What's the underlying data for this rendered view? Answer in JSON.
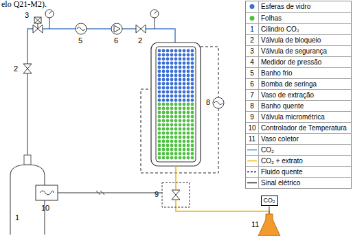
{
  "diagram": {
    "nodes": [
      {
        "text": [
          "CO₂"
        ]
      }
    ],
    "labels": [
      "elo Q21-M2).",
      "3",
      "2",
      "5",
      "6",
      "2",
      "8",
      "1",
      "9",
      "10",
      "11",
      "1",
      "2",
      "3",
      "4",
      "5",
      "6",
      "7",
      "8",
      "9",
      "10",
      "11"
    ],
    "legend": [
      {
        "text": "Esferas de vidro",
        "color": "#3b6fd4"
      },
      {
        "text": "Folhas",
        "color": "#4fc142"
      },
      {
        "text": "Cilindro CO₂"
      },
      {
        "text": "Válvula de bloqueio"
      },
      {
        "text": "Válvula de segurança"
      },
      {
        "text": "Medidor de pressão"
      },
      {
        "text": "Banho frio"
      },
      {
        "text": "Bomba de seringa"
      },
      {
        "text": "Vaso de extração"
      },
      {
        "text": "Banho quente"
      },
      {
        "text": "Válvula micrométrica"
      },
      {
        "text": "Controlador de Temperatura"
      },
      {
        "text": "Vaso coletor"
      },
      {
        "text": "CO₂"
      },
      {
        "text": "CO₂ + extrato"
      },
      {
        "text": "Fluido quente"
      },
      {
        "text": "Sinal elétrico"
      }
    ]
  }
}
